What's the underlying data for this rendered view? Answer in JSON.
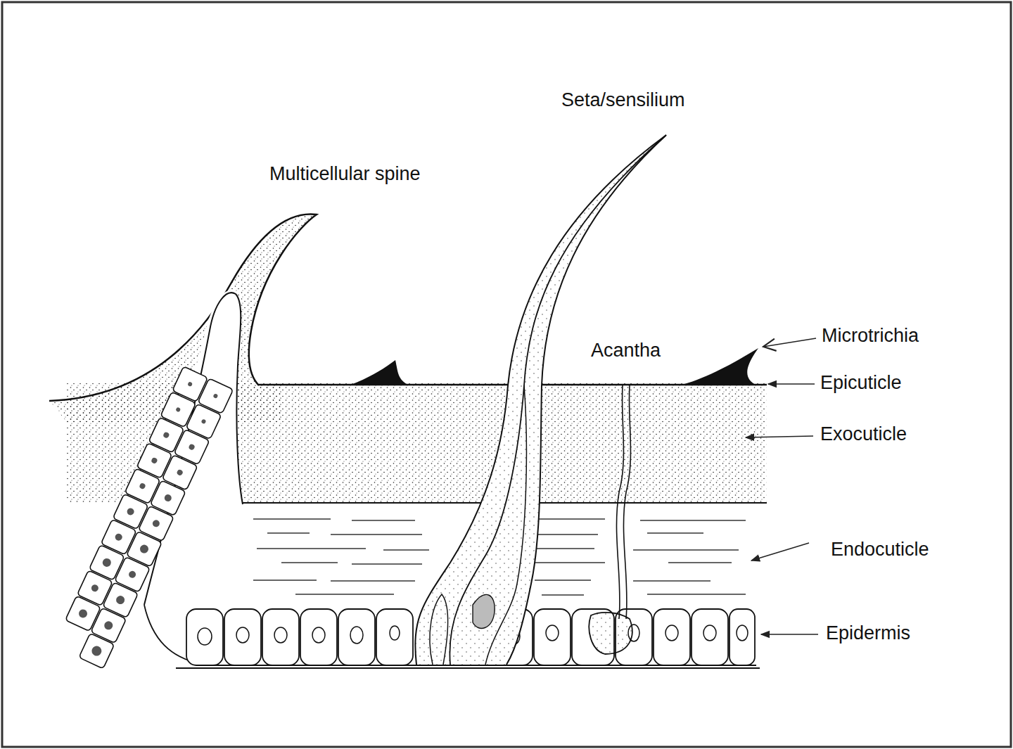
{
  "diagram": {
    "labels": [
      "Seta/sensilium",
      "Multicellular spine",
      "Acantha",
      "Microtrichia",
      "Epicuticle",
      "Exocuticle",
      "Endocuticle",
      "Epidermis"
    ]
  }
}
